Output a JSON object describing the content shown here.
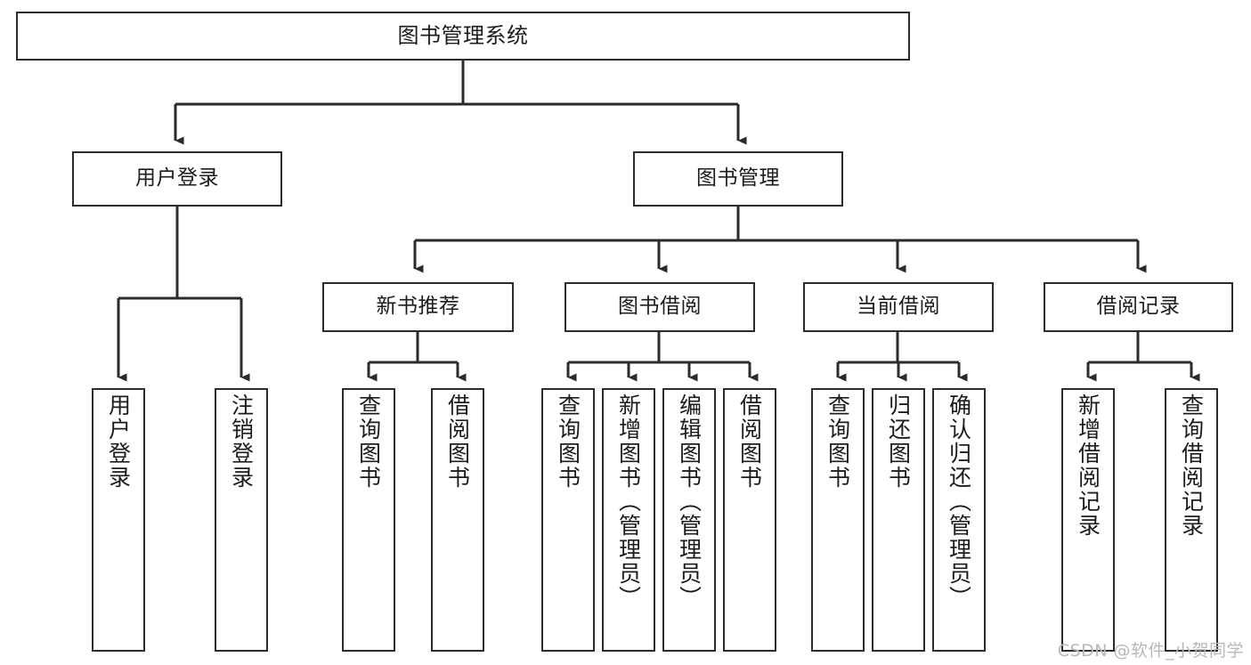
{
  "diagram": {
    "title": "图书管理系统",
    "type": "tree-hierarchy",
    "watermark": "CSDN @软件_小贺同学",
    "colors": {
      "box_border": "#2b2b2b",
      "box_fill": "#ffffff",
      "connector": "#2b2b2b",
      "text": "#1c1c1c",
      "watermark": "#b8b8b8",
      "background": "#ffffff"
    }
  },
  "nodes": {
    "root": {
      "label": "图书管理系统"
    },
    "level2": [
      {
        "id": "user-login",
        "label": "用户登录"
      },
      {
        "id": "book-management",
        "label": "图书管理"
      }
    ],
    "level3": [
      {
        "id": "new-book-recommend",
        "label": "新书推荐"
      },
      {
        "id": "book-borrow",
        "label": "图书借阅"
      },
      {
        "id": "current-borrow",
        "label": "当前借阅"
      },
      {
        "id": "borrow-record",
        "label": "借阅记录"
      }
    ],
    "leaves": [
      {
        "id": "leaf-user-login",
        "label": "用户登录",
        "parent": "user-login"
      },
      {
        "id": "leaf-logout",
        "label": "注销登录",
        "parent": "user-login"
      },
      {
        "id": "leaf-query-book-1",
        "label": "查询图书",
        "parent": "new-book-recommend"
      },
      {
        "id": "leaf-borrow-book-1",
        "label": "借阅图书",
        "parent": "new-book-recommend"
      },
      {
        "id": "leaf-query-book-2",
        "label": "查询图书",
        "parent": "book-borrow"
      },
      {
        "id": "leaf-add-book",
        "label": "新增图书（管理员）",
        "parent": "book-borrow"
      },
      {
        "id": "leaf-edit-book",
        "label": "编辑图书（管理员）",
        "parent": "book-borrow"
      },
      {
        "id": "leaf-borrow-book-2",
        "label": "借阅图书",
        "parent": "book-borrow"
      },
      {
        "id": "leaf-query-book-3",
        "label": "查询图书",
        "parent": "current-borrow"
      },
      {
        "id": "leaf-return-book",
        "label": "归还图书",
        "parent": "current-borrow"
      },
      {
        "id": "leaf-confirm-return",
        "label": "确认归还（管理员）",
        "parent": "current-borrow"
      },
      {
        "id": "leaf-add-record",
        "label": "新增借阅记录",
        "parent": "borrow-record"
      },
      {
        "id": "leaf-query-record",
        "label": "查询借阅记录",
        "parent": "borrow-record"
      }
    ]
  }
}
